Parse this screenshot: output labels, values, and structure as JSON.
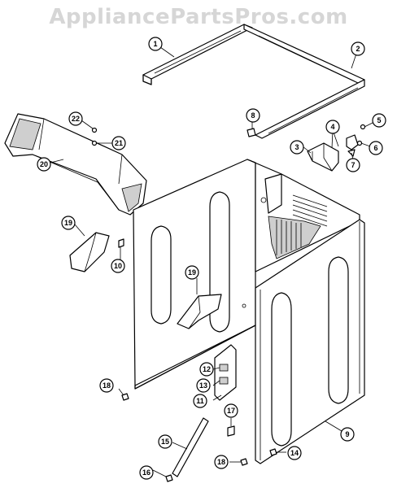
{
  "watermark": "AppliancePartsPros.com",
  "callouts": {
    "c1": "1",
    "c2": "2",
    "c3": "3",
    "c4": "4",
    "c5": "5",
    "c6": "6",
    "c7": "7",
    "c8": "8",
    "c9": "9",
    "c10": "10",
    "c11": "11",
    "c12": "12",
    "c13": "13",
    "c14": "14",
    "c15": "15",
    "c16": "16",
    "c17": "17",
    "c18a": "18",
    "c18b": "18",
    "c19a": "19",
    "c19b": "19",
    "c20": "20",
    "c21": "21",
    "c22": "22"
  }
}
